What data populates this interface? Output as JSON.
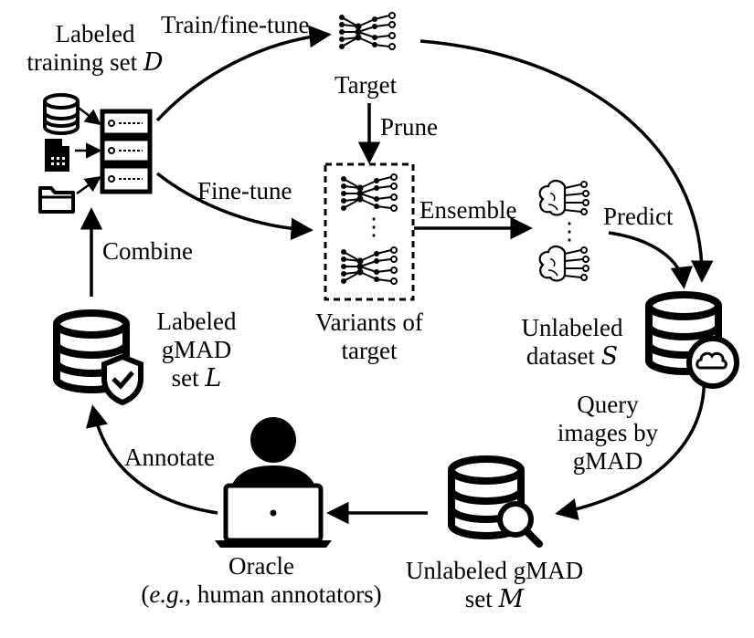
{
  "labels": {
    "train_finetune": "Train/fine-tune",
    "target": "Target",
    "prune": "Prune",
    "labeled_training_set_line1": "Labeled",
    "labeled_training_set_line2": "training set",
    "labeled_training_set_symbol": "D",
    "fine_tune": "Fine-tune",
    "ensemble": "Ensemble",
    "predict": "Predict",
    "variants_line1": "Variants of",
    "variants_line2": "target",
    "combine": "Combine",
    "labeled_gmad_line1": "Labeled",
    "labeled_gmad_line2": "gMAD",
    "labeled_gmad_line3": "set",
    "labeled_gmad_symbol": "L",
    "unlabeled_dataset_line1": "Unlabeled",
    "unlabeled_dataset_line2": "dataset",
    "unlabeled_dataset_symbol": "S",
    "query_line1": "Query",
    "query_line2": "images by",
    "query_line3": "gMAD",
    "annotate": "Annotate",
    "oracle_line1": "Oracle",
    "oracle_line2_eg": "e.g.",
    "oracle_line2_rest": ", human annotators)",
    "oracle_line2_open": "(",
    "unlabeled_gmad_line1": "Unlabeled gMAD",
    "unlabeled_gmad_line2": "set",
    "unlabeled_gmad_symbol": "M",
    "vdots": "⋮"
  },
  "colors": {
    "ink": "#000000",
    "background": "#ffffff"
  },
  "icons": [
    "neural-network-icon",
    "database-icon",
    "document-icon",
    "folder-icon",
    "server-stack-icon",
    "brain-network-icon",
    "cloud-database-icon",
    "shield-check-database-icon",
    "search-database-icon",
    "person-laptop-icon"
  ]
}
